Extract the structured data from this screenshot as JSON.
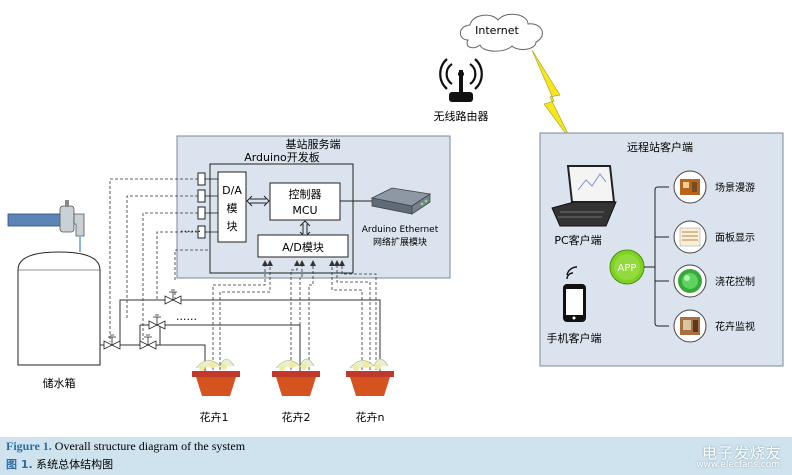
{
  "internet": "Internet",
  "router_label": "无线路由器",
  "base_station": {
    "title": "基站服务端",
    "board": "Arduino开发板",
    "da": [
      "D/A",
      "模",
      "块"
    ],
    "controller": [
      "控制器",
      "MCU"
    ],
    "ad": "A/D模块",
    "ethernet": [
      "Arduino Ethernet",
      "网络扩展模块"
    ]
  },
  "remote": {
    "title": "远程站客户端",
    "pc": "PC客户端",
    "mobile": "手机客户端",
    "app": "APP",
    "features": [
      "场景漫游",
      "面板显示",
      "浇花控制",
      "花卉监视"
    ]
  },
  "tank": "储水箱",
  "pots": [
    "花卉1",
    "花卉2",
    "花卉n"
  ],
  "caption": {
    "fig_en": "Figure 1.",
    "title_en": " Overall structure diagram of the system",
    "fig_cn": "图 1.",
    "title_cn": "  系统总体结构图"
  },
  "watermark": {
    "text": "电子发烧友",
    "url": "www.elecfans.com"
  },
  "colors": {
    "panel_fill": "#dbe4ee",
    "app_green": "#7ed321",
    "lightning": "#f6e61a"
  }
}
